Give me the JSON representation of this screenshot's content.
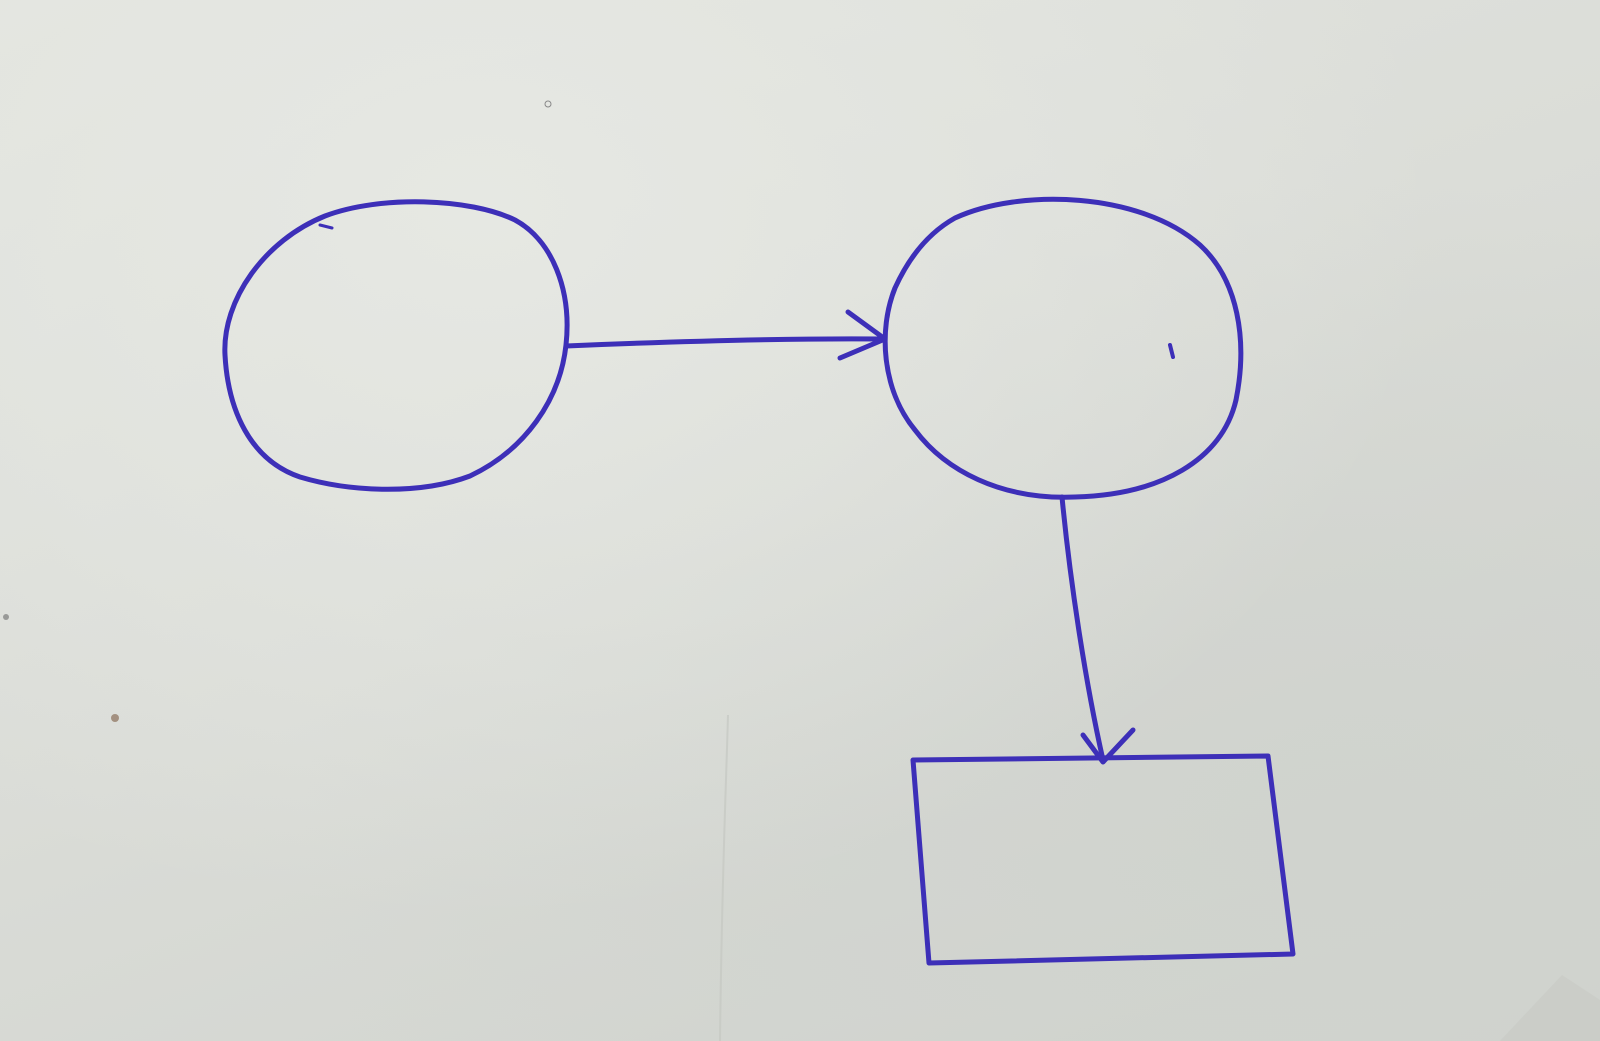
{
  "diagram": {
    "ink_color": "#3d2fb8",
    "paper_color": "#dcdfda",
    "nodes": [
      {
        "id": "node-circle-left",
        "shape": "circle",
        "label": ""
      },
      {
        "id": "node-circle-right",
        "shape": "circle",
        "label": ""
      },
      {
        "id": "node-rectangle",
        "shape": "rectangle",
        "label": ""
      }
    ],
    "edges": [
      {
        "from": "node-circle-left",
        "to": "node-circle-right",
        "arrowhead": true
      },
      {
        "from": "node-circle-right",
        "to": "node-rectangle",
        "arrowhead": true
      }
    ]
  }
}
